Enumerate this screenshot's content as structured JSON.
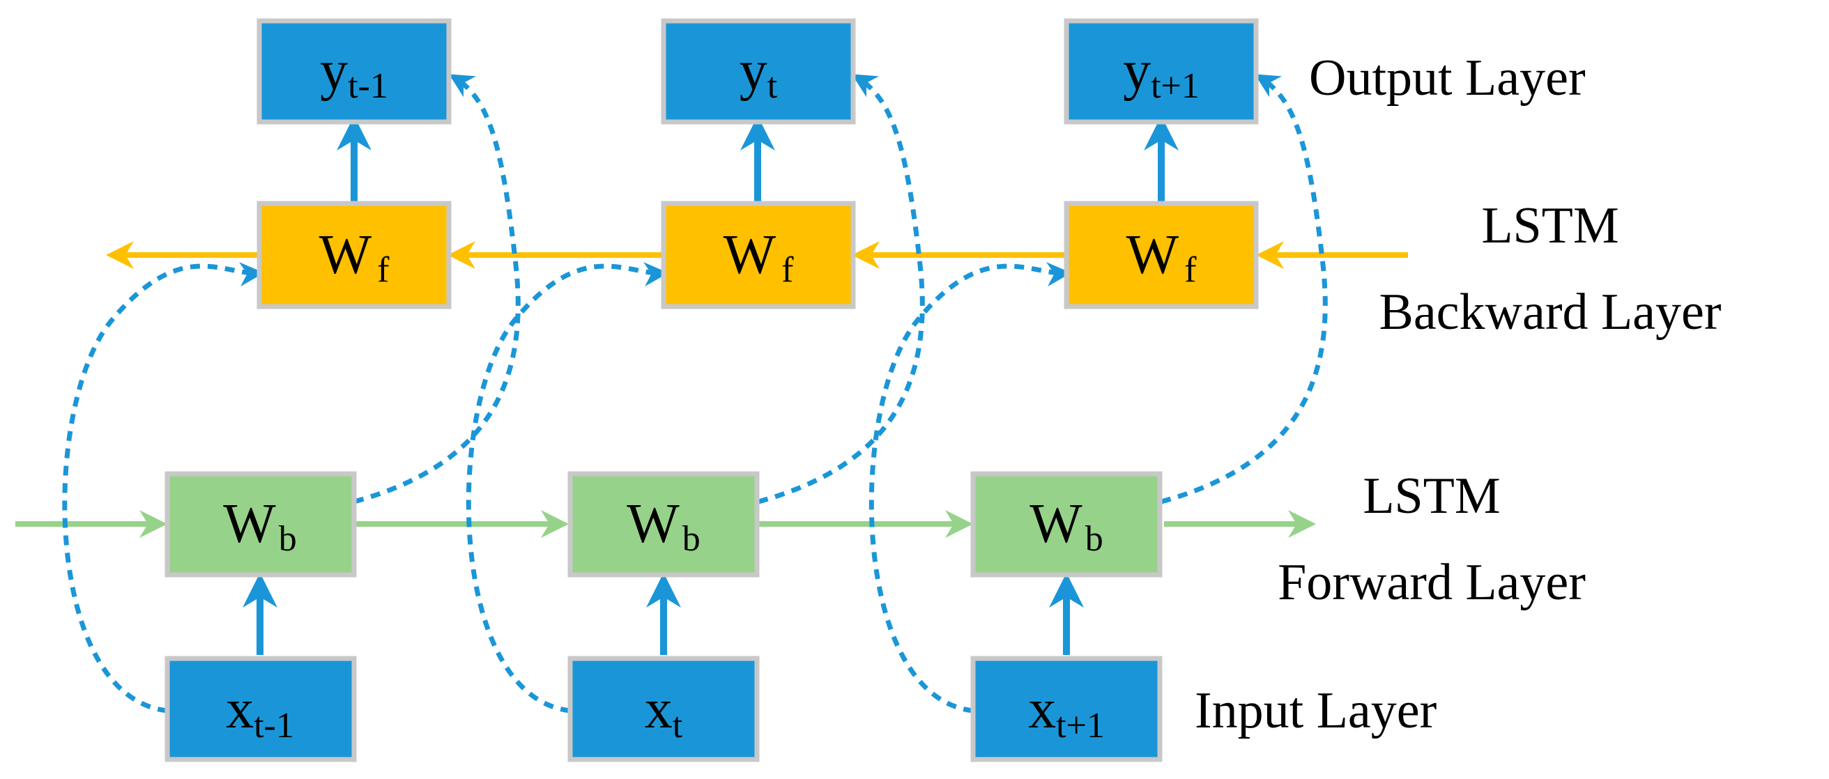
{
  "colors": {
    "output_fill": "#1a96d8",
    "backward_fill": "#ffc000",
    "forward_fill": "#97d28a",
    "input_fill": "#1a96d8",
    "node_border": "#c8c8c8",
    "up_arrow": "#1a96d8",
    "dashed_arrow": "#1a96d8",
    "backward_arrow": "#ffc000",
    "forward_arrow": "#97d28a"
  },
  "layers": {
    "output": "Output Layer",
    "backward_line1": "LSTM",
    "backward_line2": "Backward Layer",
    "forward_line1": "LSTM",
    "forward_line2": "Forward Layer",
    "input": "Input Layer"
  },
  "columns": [
    {
      "output": {
        "main": "y",
        "sub": "t-1"
      },
      "backward": {
        "main": "W",
        "sub": "f"
      },
      "forward": {
        "main": "W",
        "sub": "b"
      },
      "input": {
        "main": "x",
        "sub": "t-1"
      }
    },
    {
      "output": {
        "main": "y",
        "sub": "t"
      },
      "backward": {
        "main": "W",
        "sub": "f"
      },
      "forward": {
        "main": "W",
        "sub": "b"
      },
      "input": {
        "main": "x",
        "sub": "t"
      }
    },
    {
      "output": {
        "main": "y",
        "sub": "t+1"
      },
      "backward": {
        "main": "W",
        "sub": "f"
      },
      "forward": {
        "main": "W",
        "sub": "b"
      },
      "input": {
        "main": "x",
        "sub": "t+1"
      }
    }
  ]
}
